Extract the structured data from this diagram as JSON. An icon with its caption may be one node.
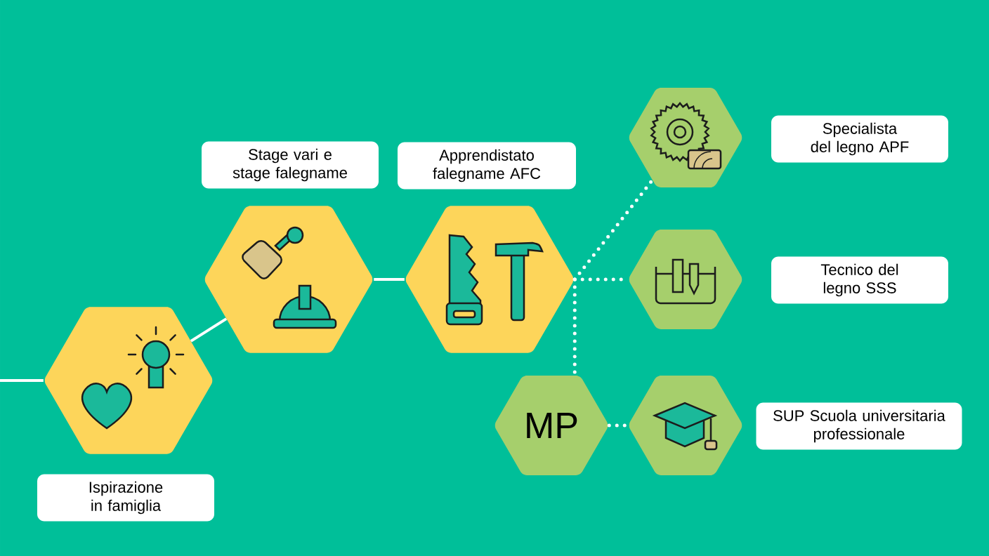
{
  "diagram": {
    "nodes": [
      {
        "text": [],
        "shape": "hexagon"
      },
      {
        "text": [],
        "shape": "hexagon"
      },
      {
        "text": [],
        "shape": "hexagon"
      },
      {
        "text": [],
        "shape": "hexagon"
      },
      {
        "text": [],
        "shape": "hexagon"
      },
      {
        "text": [
          "MP"
        ]
      },
      {
        "text": [],
        "shape": "hexagon"
      },
      {
        "text": [
          "Ispirazione in famiglia"
        ]
      },
      {
        "text": [
          "Stage vari e stage falegname"
        ]
      },
      {
        "text": [
          "Apprendistato falegname AFC"
        ]
      },
      {
        "text": [
          "Specialista del legno APF"
        ]
      },
      {
        "text": [
          "Tecnico del legno SSS"
        ]
      },
      {
        "text": [
          "SUP Scuola universitaria professionale"
        ]
      }
    ],
    "edges": [
      {
        "from": null,
        "to": 0,
        "arrow": "none"
      },
      {
        "from": 0,
        "to": 1,
        "arrow": "none"
      },
      {
        "from": 1,
        "to": 2,
        "arrow": "none"
      },
      {
        "from": 2,
        "to": 3,
        "arrow": "none",
        "style": "dashed"
      },
      {
        "from": 2,
        "to": 4,
        "arrow": "none",
        "style": "dashed"
      },
      {
        "from": 2,
        "to": 5,
        "arrow": "none",
        "style": "dashed"
      },
      {
        "from": 5,
        "to": 6,
        "arrow": "none",
        "style": "dashed"
      }
    ]
  }
}
